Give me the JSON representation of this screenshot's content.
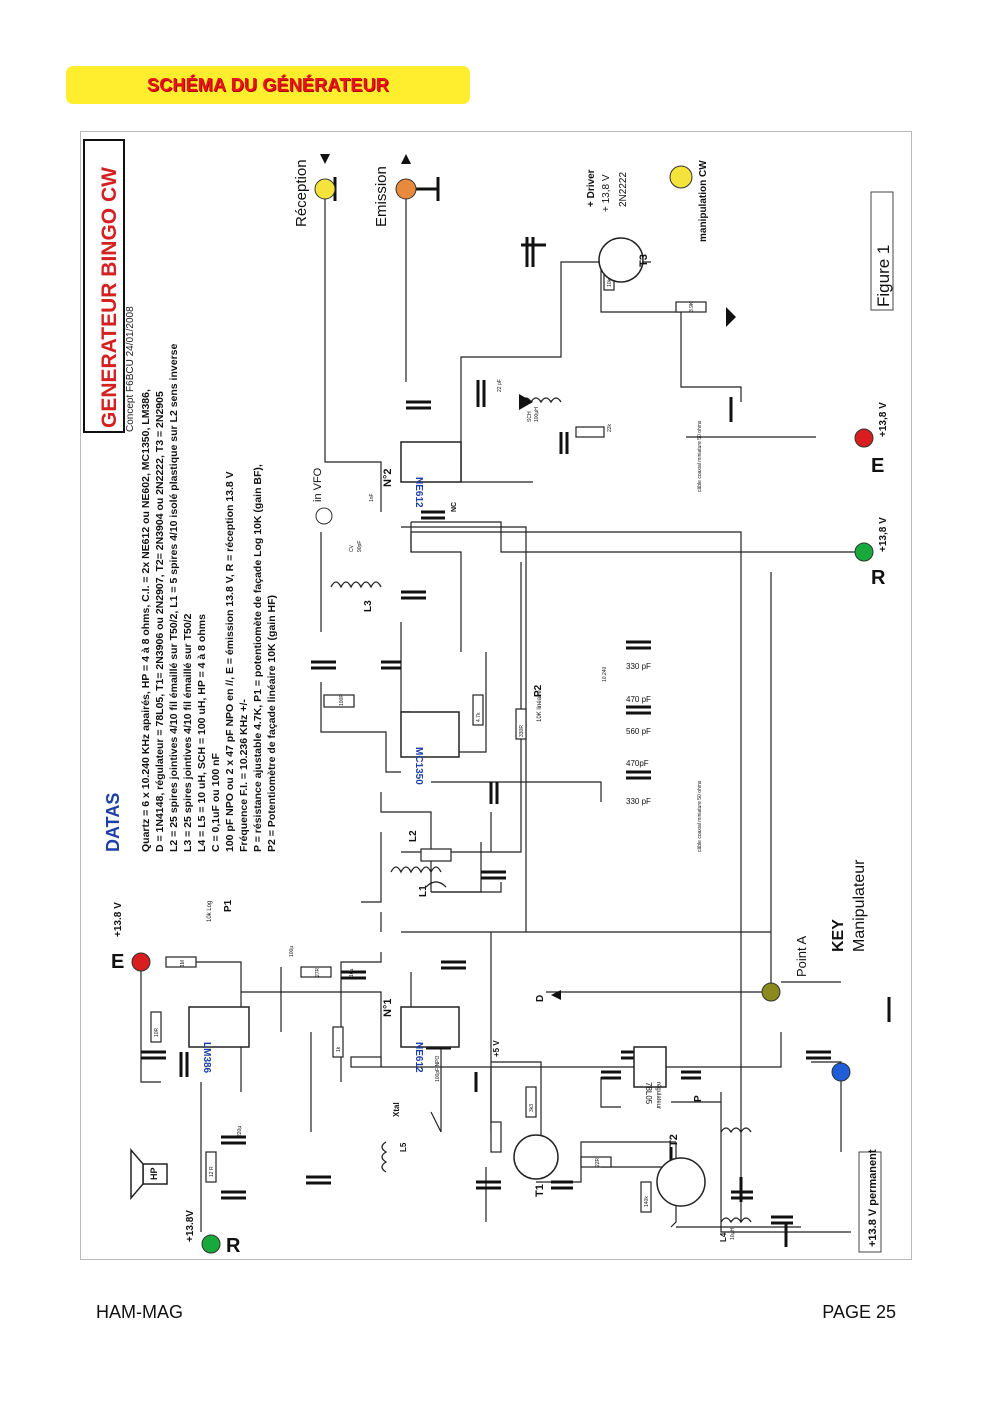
{
  "header": {
    "title": "SCHÉMA  DU GÉNÉRATEUR"
  },
  "footer": {
    "left": "HAM-MAG",
    "right": "PAGE 25"
  },
  "schematic": {
    "title": "GENERATEUR BINGO CW",
    "subtitle": "Concept  F6BCU  24/01/2008",
    "figure_label": "Figure 1",
    "parts_lines": [
      "Quartz =  6 x 10.240 KHz  apairés, HP = 4 à 8 ohms,  C.I. =  2x NE612 ou  NE602, MC1350, LM386,",
      "D = 1N4148, régulateur = 78L05, T1=  2N3906 ou 2N2907, T2= 2N3904 ou 2N2222, T3 = 2N2905",
      "L2 = 25 spires jointives 4/10  fil émaillé sur T50/2, L1 =  5 spires 4/10 isolé plastique sur L2 sens inverse",
      "L3 = 25 spires jointives 4/10  fil émaillé sur T50/2",
      "L4 = L5 = 10 uH, SCH = 100 uH, HP = 4 à 8 ohms"
    ],
    "datas_title": "DATAS",
    "datas_lines": [
      "C =  0,1uF ou 100 nF",
      "100 pF NPO ou 2 x 47 pF NPO en //,   E = émission 13.8 V, R = réception 13.8 V",
      "Fréquence F.I. = 10.236 KHz +/-",
      "P = résistance ajustable 4.7K, P1 = potentiomète de façade Log 10K (gain BF),",
      "P2 = Potentiomètre de façade linéaire 10K (gain HF)"
    ],
    "labels": {
      "reception": "Réception",
      "emission": "Emission",
      "driver": "+ Driver",
      "v138": "+ 13,8 V",
      "t3_type": "2N2222",
      "t3": "T3",
      "manip_cw": "manipulation CW",
      "e_top": "E",
      "e_top_v": "+13,8 V",
      "r_mid": "R",
      "r_mid_v": "+13,8 V",
      "e_left": "E",
      "e_left_v": "+13.8 V",
      "r_left": "R",
      "r_left_v": "+13.8V",
      "ne612": "NE612",
      "n1": "N°1",
      "n2": "N°2",
      "mc1350": "MC1350",
      "lm386": "LM386",
      "reg": "78L05",
      "reg_small": "régulateur",
      "in_vfo": "in VFO",
      "l1": "L1",
      "l2": "L2",
      "l3": "L3",
      "l4": "L4",
      "l5": "L5",
      "p": "P",
      "p1": "P1",
      "p2": "P2",
      "p2_val": "10K linéaire",
      "p1_val": "10k Log",
      "t1": "T1",
      "t2": "T2",
      "xtal": "Xtal",
      "d": "D",
      "hp": "HP",
      "point_a": "Point A",
      "key": "KEY",
      "manipulateur": "Manipulateur",
      "permanent": "+13.8 V permanent",
      "v5": "+5 V",
      "nc": "NC",
      "coax": "câble coaxial  miniature  50 ohms",
      "c330a": "330 pF",
      "c470a": "470 pF",
      "c560": "560 pF",
      "c470b": "470pF",
      "c330b": "330 pF",
      "xtal_val": "10.240",
      "r22k": "22k",
      "r10k": "10k",
      "r3k9": "3.9K",
      "r100": "100R",
      "r330": "330R",
      "r4k7": "4.7k",
      "r1m": "1M",
      "r27": "27R",
      "r10r": "10R",
      "r12": "12 R",
      "r1k": "1k",
      "r3k3": "3k3",
      "r22r": "22R",
      "r140": "140k",
      "cap1nf": "1nF",
      "cap22": "22 pF",
      "cv": "CV",
      "cap90": "90pF",
      "cap100u": "100µ",
      "cap10u": "10µ",
      "cap220u": "220µ",
      "cap100npo": "100pF NPO",
      "sch": "SCH",
      "sch_val": "100µH",
      "l_val": "10µH"
    }
  },
  "colors": {
    "banner_bg": "#ffee2e",
    "banner_text": "#e8141b",
    "title_red": "#d42020",
    "datas_blue": "#1e3fa8",
    "jack_yellow": "#f4e33a",
    "jack_orange": "#e88a3c",
    "jack_red": "#d81e1e",
    "jack_green": "#17a93c",
    "jack_blue": "#1f5ed8",
    "jack_olive": "#8a8a1e"
  },
  "icons": [
    "speaker-icon",
    "jack-icon",
    "ground-icon",
    "arrow-up-icon",
    "arrow-down-icon"
  ]
}
